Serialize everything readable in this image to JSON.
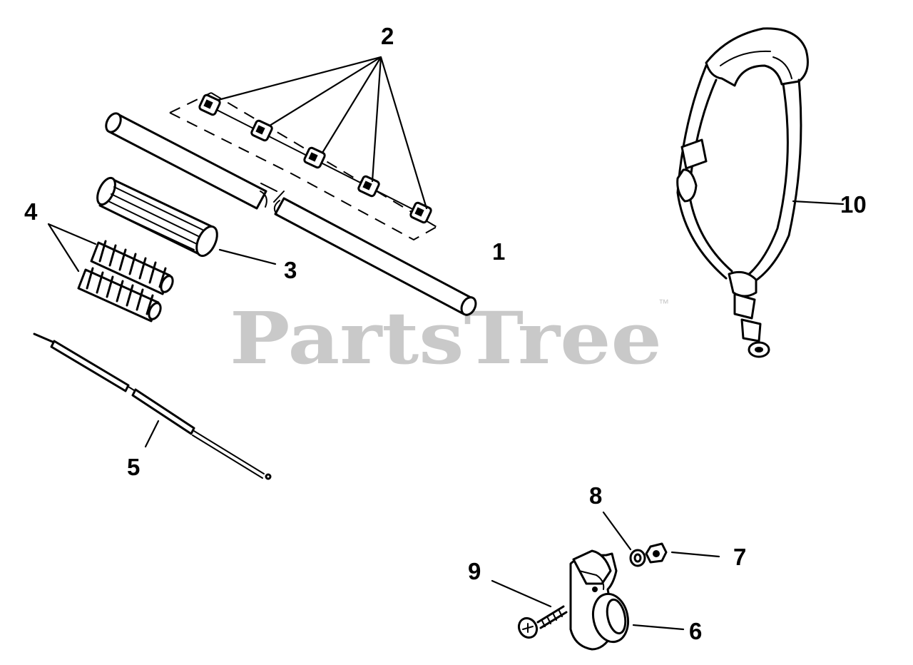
{
  "watermark": {
    "brand": "PartsTree",
    "trademark": "™"
  },
  "callouts": {
    "c1": "1",
    "c2": "2",
    "c3": "3",
    "c4": "4",
    "c5": "5",
    "c6": "6",
    "c7": "7",
    "c8": "8",
    "c9": "9",
    "c10": "10"
  }
}
